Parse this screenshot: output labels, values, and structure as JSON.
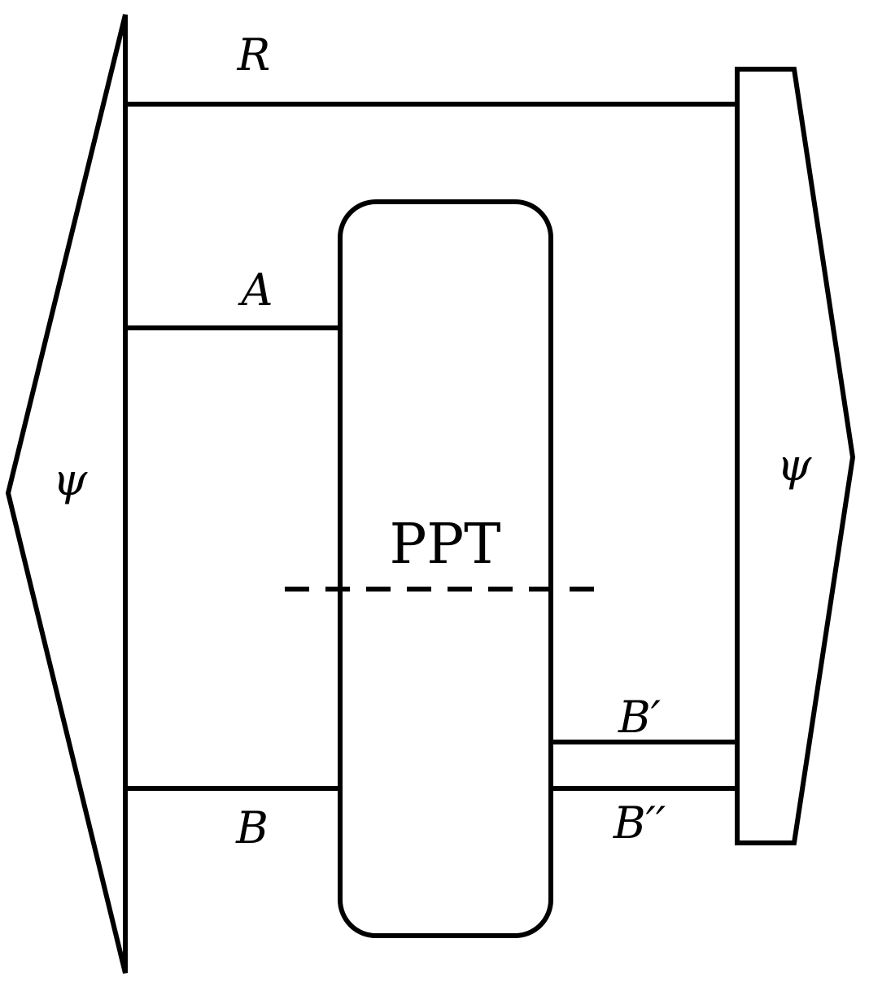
{
  "diagram": {
    "left_state": "ψ",
    "right_state": "ψ",
    "box_label": "PPT",
    "wires": {
      "R": "R",
      "A": "A",
      "B": "B",
      "B_prime": "B′",
      "B_double_prime": "B′′"
    }
  }
}
